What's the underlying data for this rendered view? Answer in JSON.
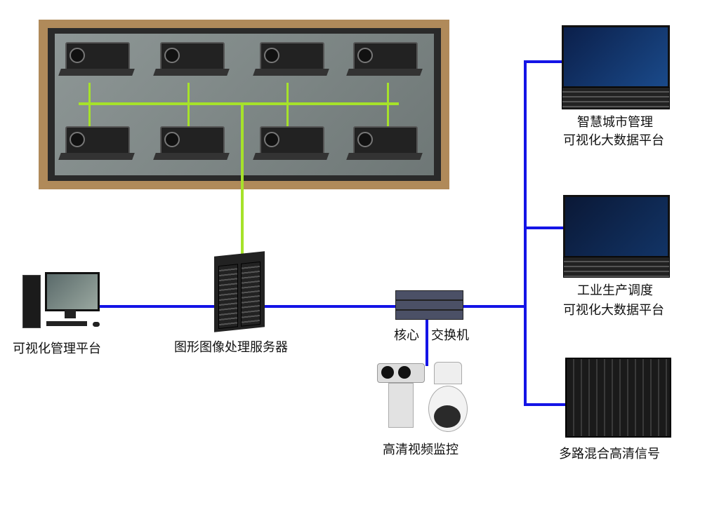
{
  "nodes": {
    "pc": {
      "label": "可视化管理平台"
    },
    "server": {
      "label": "图形图像处理服务器"
    },
    "switch": {
      "label_a": "核心",
      "label_b": "交换机"
    },
    "camera": {
      "label": "高清视频监控"
    },
    "smart_city": {
      "line1": "智慧城市管理",
      "line2": "可视化大数据平台"
    },
    "industrial": {
      "line1": "工业生产调度",
      "line2": "可视化大数据平台"
    },
    "matrix": {
      "label": "多路混合高清信号"
    }
  },
  "colors": {
    "lan": "#1414e6",
    "video_link": "#a6e22a",
    "frame": "#b08a5a"
  }
}
